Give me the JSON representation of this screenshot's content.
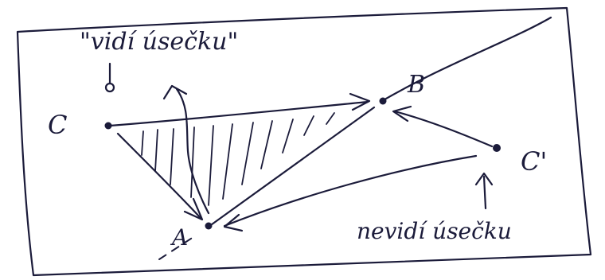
{
  "diagram": {
    "points": {
      "A": "A",
      "B": "B",
      "C": "C",
      "C_prime": "C'"
    },
    "labels": {
      "sees_segment": "\"vidí úsečku\"",
      "not_sees_segment": "nevidí úsečku"
    },
    "ink_color": "#1b1b3a"
  }
}
